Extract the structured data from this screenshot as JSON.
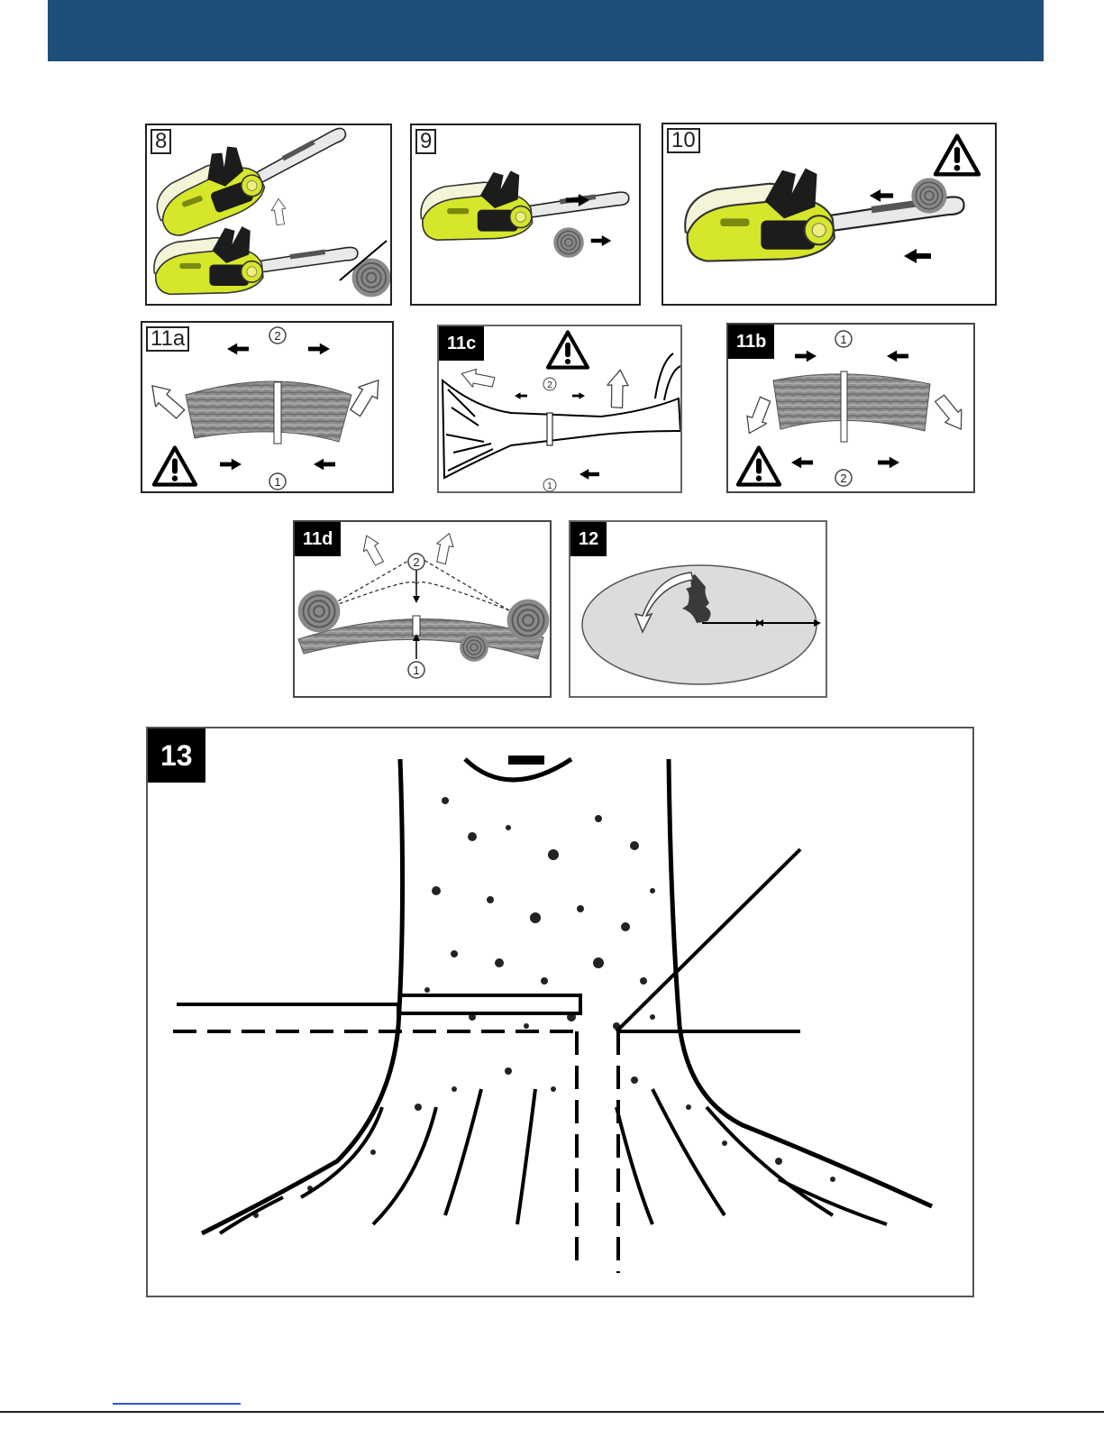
{
  "figures": {
    "f8": "8",
    "f9": "9",
    "f10": "10",
    "f11a": "11a",
    "f11c": "11c",
    "f11b": "11b",
    "f11d": "11d",
    "f12": "12",
    "f13": "13"
  },
  "markers": {
    "one": "1",
    "two": "2"
  },
  "colors": {
    "header": "#1f4e79",
    "saw_body": "#d6e62a",
    "saw_dark": "#1c1c1c",
    "log": "#8a8a8a"
  },
  "icons": [
    "warning-icon",
    "arrow-icon",
    "chainsaw-icon",
    "log-icon",
    "tree-icon"
  ]
}
